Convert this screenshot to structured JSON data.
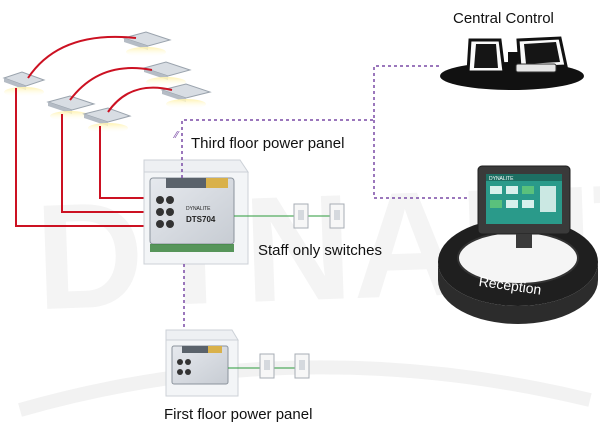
{
  "labels": {
    "central_control": "Central Control",
    "third_floor_panel": "Third floor power panel",
    "staff_switches": "Staff only switches",
    "first_floor_panel": "First floor power panel",
    "reception": "Reception"
  },
  "device": {
    "brand": "DYNALITE",
    "model": "DTS704",
    "screen_title": "DYNALITE"
  },
  "watermark": "DYNALITE",
  "colors": {
    "power_line": "#cc1122",
    "control_line": "#7a4aa6",
    "switch_line": "#2a9a3a",
    "touchscreen": "#2a9a8a",
    "reception_desk": "#2c2c2c"
  }
}
